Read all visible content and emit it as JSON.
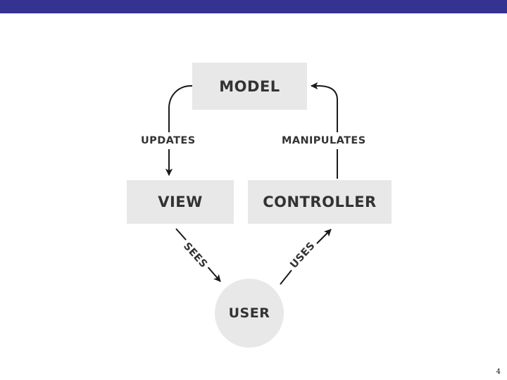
{
  "slide": {
    "page_number": "4",
    "background_color": "#ffffff",
    "band_color": "#343391"
  },
  "diagram": {
    "type": "mvc-flow-diagram",
    "node_fill": "#e8e8e8",
    "text_color": "#333333",
    "connector_color": "#1a1a1a",
    "nodes": [
      {
        "id": "model",
        "label": "MODEL",
        "shape": "rectangle"
      },
      {
        "id": "view",
        "label": "VIEW",
        "shape": "rectangle"
      },
      {
        "id": "controller",
        "label": "CONTROLLER",
        "shape": "rectangle"
      },
      {
        "id": "user",
        "label": "USER",
        "shape": "circle"
      }
    ],
    "edges": [
      {
        "id": "model-view",
        "label": "UPDATES",
        "from": "model",
        "to": "view",
        "orientation": "horizontal"
      },
      {
        "id": "controller-model",
        "label": "MANIPULATES",
        "from": "controller",
        "to": "model",
        "orientation": "horizontal"
      },
      {
        "id": "view-user",
        "label": "SEES",
        "from": "view",
        "to": "user",
        "orientation": "rotated"
      },
      {
        "id": "user-controller",
        "label": "USES",
        "from": "user",
        "to": "controller",
        "orientation": "rotated"
      }
    ]
  }
}
